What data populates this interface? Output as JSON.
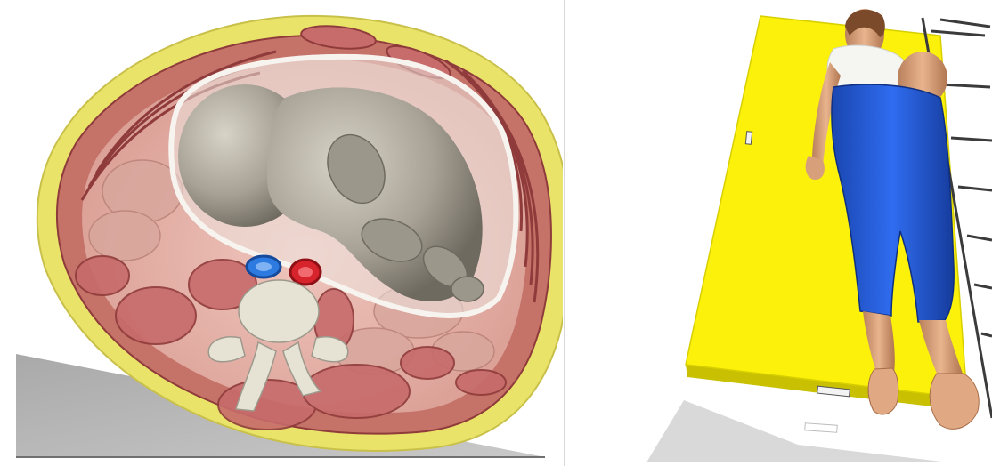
{
  "figure": {
    "panels": [
      {
        "id": "left",
        "content": "cross-section-of-pregnant-abdomen-with-fetus-and-vessels-on-tilted-wedge"
      },
      {
        "id": "right",
        "content": "pregnant-woman-lying-tilted-on-yellow-board-with-side-rail"
      }
    ]
  },
  "colors": {
    "skin_layer": "#e9e36a",
    "muscle": "#c76b6b",
    "muscle_outline": "#8f3b3b",
    "cavity": "#e7b8ae",
    "fetus": "#a39e91",
    "amniotic": "#e9e4df",
    "vena_cava": "#2d7be0",
    "aorta": "#d7232c",
    "spine": "#e6e2d4",
    "wedge": "#b7b7b7",
    "board": "#fbf10a",
    "trousers": "#1f5bd6",
    "shirt": "#f5f5f2",
    "skin": "#e8b48e",
    "rail": "#3b3b3b"
  }
}
